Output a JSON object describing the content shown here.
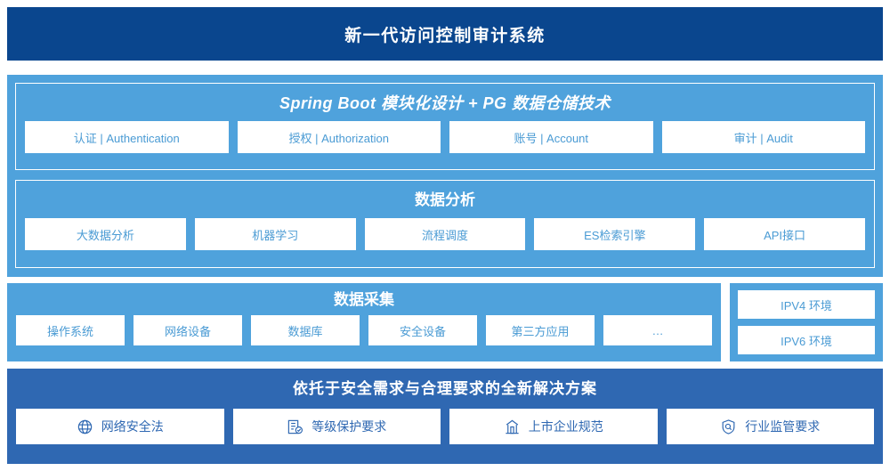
{
  "header": {
    "title": "新一代访问控制审计系统"
  },
  "platform": {
    "app_layer": {
      "title": "Spring Boot 模块化设计 + PG 数据仓储技术",
      "chips": [
        "认证 | Authentication",
        "授权 | Authorization",
        "账号 | Account",
        "审计 | Audit"
      ]
    },
    "analysis_layer": {
      "title": "数据分析",
      "chips": [
        "大数据分析",
        "机器学习",
        "流程调度",
        "ES检索引擎",
        "API接口"
      ]
    }
  },
  "collection": {
    "title": "数据采集",
    "chips": [
      "操作系统",
      "网络设备",
      "数据库",
      "安全设备",
      "第三方应用",
      "…"
    ]
  },
  "environment": {
    "chips": [
      "IPV4 环境",
      "IPV6 环境"
    ]
  },
  "compliance": {
    "title": "依托于安全需求与合理要求的全新解决方案",
    "items": [
      {
        "label": "网络安全法",
        "icon": "globe-icon"
      },
      {
        "label": "等级保护要求",
        "icon": "document-check-icon"
      },
      {
        "label": "上市企业规范",
        "icon": "bank-building-icon"
      },
      {
        "label": "行业监管要求",
        "icon": "shield-search-icon"
      }
    ]
  },
  "colors": {
    "header_navy": "#0A468E",
    "panel_blue": "#4FA2DC",
    "compliance_blue": "#2F68B2",
    "chip_text": "#4A9BD4",
    "chip_bg": "#FFFFFF"
  }
}
